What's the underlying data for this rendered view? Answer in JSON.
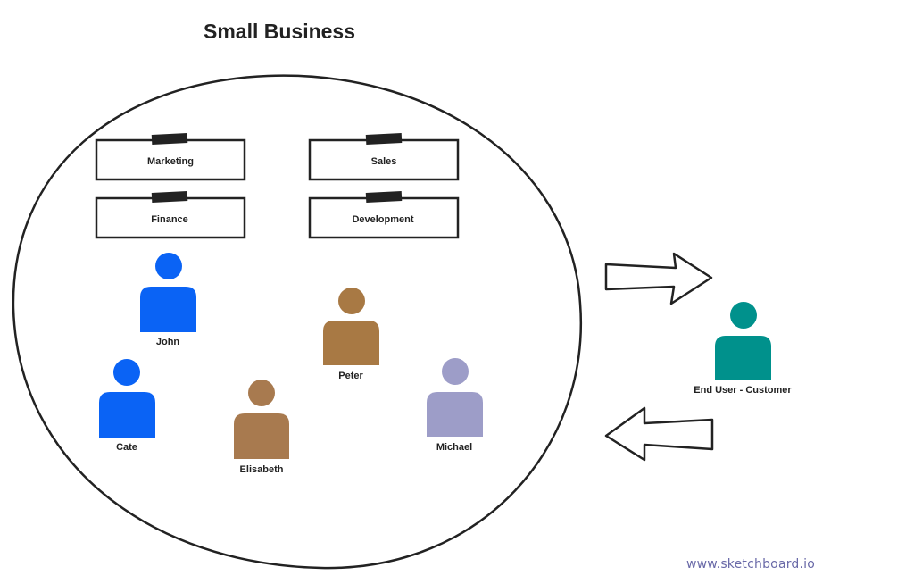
{
  "title": "Small Business",
  "departments": [
    {
      "label": "Marketing"
    },
    {
      "label": "Sales"
    },
    {
      "label": "Finance"
    },
    {
      "label": "Development"
    }
  ],
  "people": [
    {
      "name": "John",
      "color": "#0a63f5"
    },
    {
      "name": "Peter",
      "color": "#a87944"
    },
    {
      "name": "Cate",
      "color": "#0a63f5"
    },
    {
      "name": "Elisabeth",
      "color": "#a87a4f"
    },
    {
      "name": "Michael",
      "color": "#9d9dc8"
    }
  ],
  "customer": {
    "name": "End User - Customer",
    "color": "#00918c"
  },
  "watermark": "www.sketchboard.io"
}
